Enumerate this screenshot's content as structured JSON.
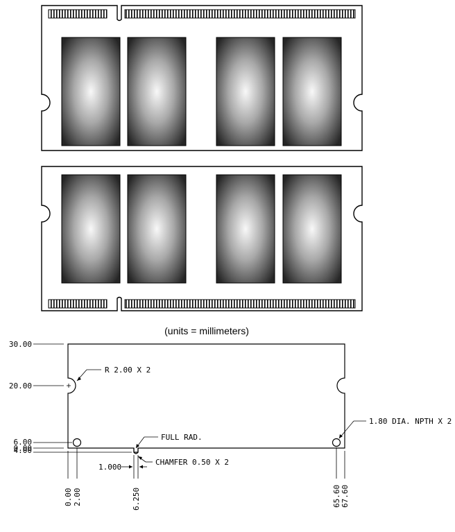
{
  "caption": "(units = millimeters)",
  "dimensions": {
    "y_labels": {
      "y30": "30.00",
      "y20": "20.00",
      "y6": "6.00",
      "y4": "4.00",
      "y0": "0.00"
    },
    "x_labels": {
      "x0": "0.00",
      "x2": "2.00",
      "x6": "6.250",
      "x65": "65.60",
      "x67": "67.60"
    },
    "callouts": {
      "radius": "R 2.00 X 2",
      "full_rad": "FULL RAD.",
      "npth": "1.80 DIA. NPTH X 2",
      "chamfer": "CHAMFER 0.50 X 2",
      "chamfer_width": "1.000"
    }
  },
  "colors": {
    "line": "#000000",
    "chip_dark": "#2a2a2a",
    "chip_light": "#f4f4f4"
  }
}
